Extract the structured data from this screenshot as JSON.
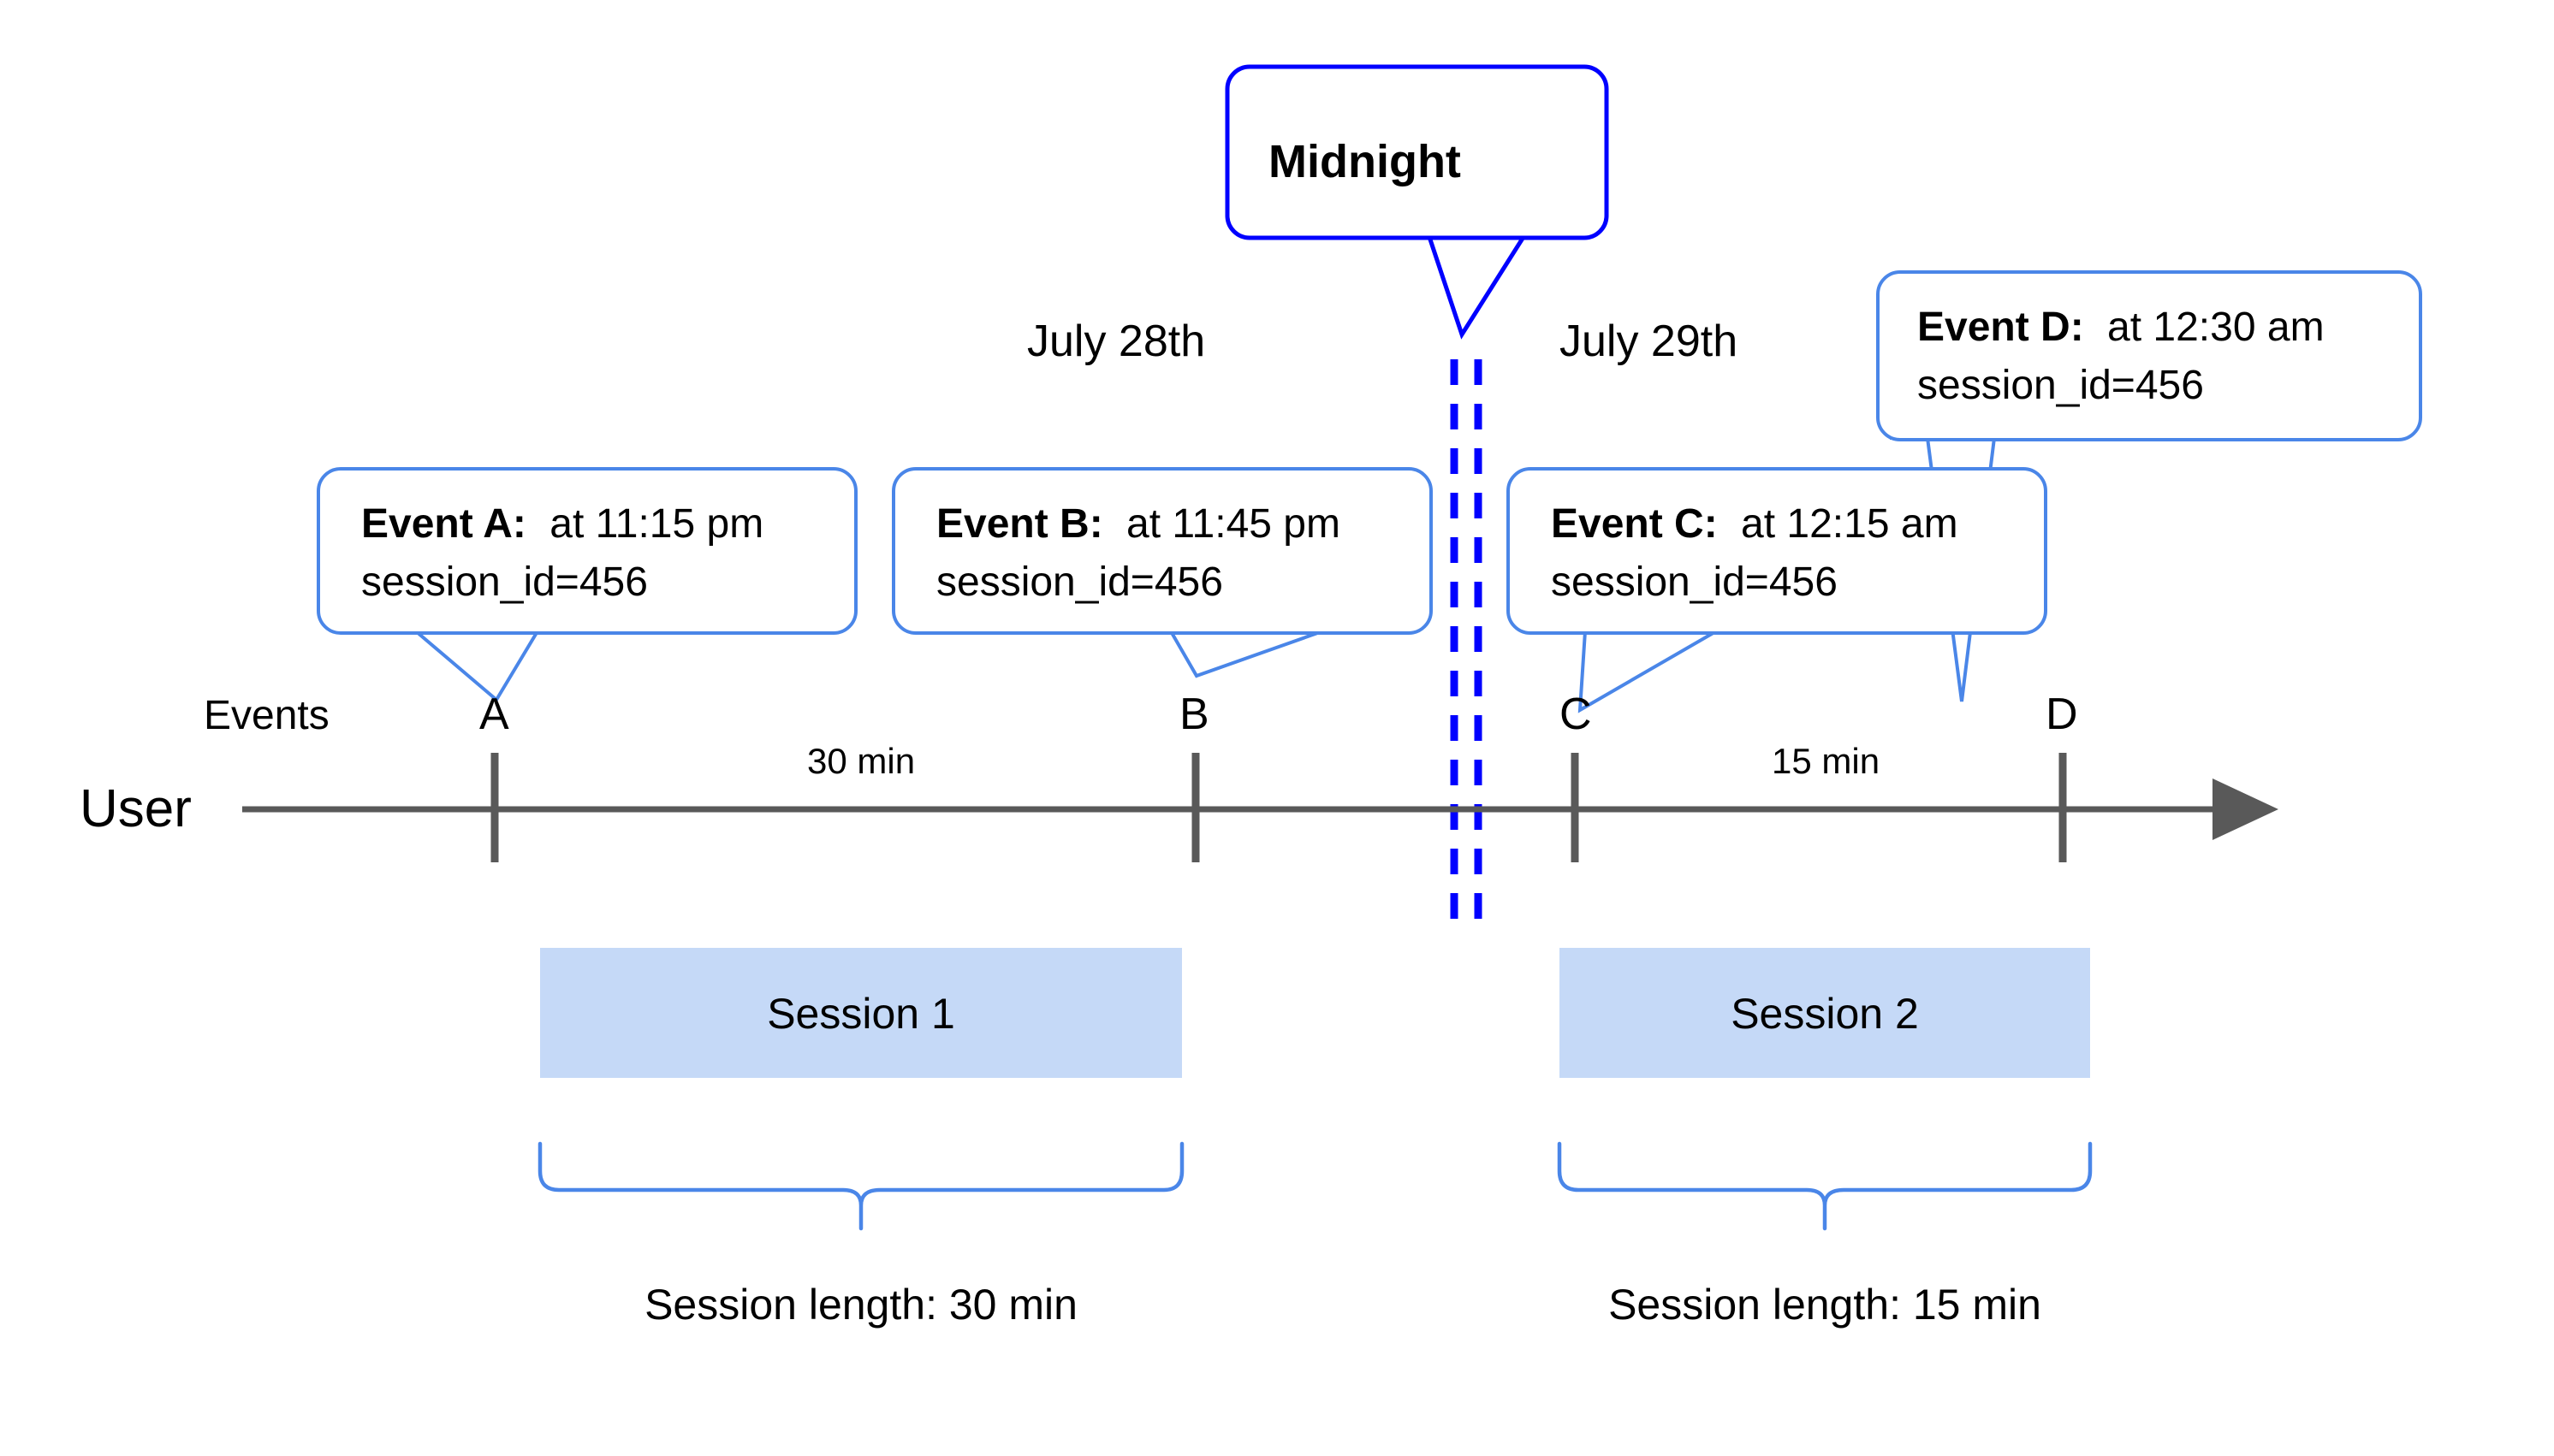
{
  "diagram": {
    "title_callout": {
      "label": "Midnight"
    },
    "day_labels": [
      {
        "id": "day-july-28",
        "label": "July 28th"
      },
      {
        "id": "day-july-29",
        "label": "July 29th"
      }
    ],
    "row_labels": {
      "events": "Events",
      "user": "User"
    },
    "events": [
      {
        "id": "event-a",
        "marker": "A",
        "title": "Event A:",
        "time": "at 11:15 pm",
        "session_id": "session_id=456"
      },
      {
        "id": "event-b",
        "marker": "B",
        "title": "Event B:",
        "time": "at 11:45 pm",
        "session_id": "session_id=456"
      },
      {
        "id": "event-c",
        "marker": "C",
        "title": "Event C:",
        "time": "at 12:15 am",
        "session_id": "session_id=456"
      },
      {
        "id": "event-d",
        "marker": "D",
        "title": "Event D:",
        "time": "at 12:30 am",
        "session_id": "session_id=456"
      }
    ],
    "gaps": [
      {
        "id": "gap-a-b",
        "label": "30 min"
      },
      {
        "id": "gap-c-d",
        "label": "15 min"
      }
    ],
    "sessions": [
      {
        "id": "session-1",
        "label": "Session 1",
        "length_label": "Session length: 30 min"
      },
      {
        "id": "session-2",
        "label": "Session 2",
        "length_label": "Session length: 15 min"
      }
    ],
    "colors": {
      "callout_border_light": "#4a86e8",
      "callout_border_strong": "#0000ff",
      "session_bar_fill": "#c5d9f7",
      "axis": "#595959",
      "midnight_line": "#0000ff",
      "text": "#000000",
      "background": "#ffffff"
    }
  }
}
